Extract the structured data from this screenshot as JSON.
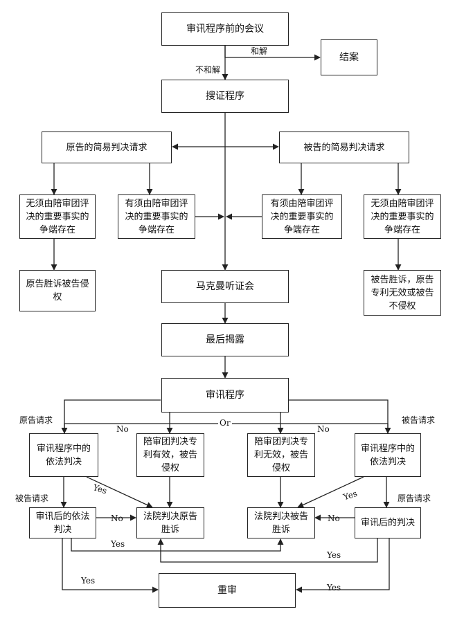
{
  "nodes": {
    "pretrial": "审讯程序前的会议",
    "close": "结案",
    "discovery": "搜证程序",
    "pl_summary": "原告的简易判决请求",
    "df_summary": "被告的简易判决请求",
    "pl_no_jury": "无须由陪审团评决的重要事实的争端存在",
    "pl_jury": "有须由陪审团评决的重要事实的争端存在",
    "df_jury": "有须由陪审团评决的重要事实的争端存在",
    "df_no_jury": "无须由陪审团评决的重要事实的争端存在",
    "pl_wins_infringe": "原告胜诉被告侵权",
    "markman": "马克曼听证会",
    "df_wins": "被告胜诉，原告专利无效或被告不侵权",
    "final_disclosure": "最后揭露",
    "trial": "审讯程序",
    "pl_jmol": "审讯程序中的依法判决",
    "jury_valid": "陪审团判决专利有效，被告侵权",
    "jury_invalid": "陪审团判决专利无效，被告侵权",
    "df_jmol": "审讯程序中的依法判决",
    "post_jmol_left": "审讯后的依法判决",
    "court_pl": "法院判决原告胜诉",
    "court_df": "法院判决被告胜诉",
    "post_right": "审讯后的判决",
    "retrial": "重审"
  },
  "labels": {
    "settle": "和解",
    "no_settle": "不和解",
    "pl_request_1": "原告请求",
    "df_request_1": "被告请求",
    "df_request_2": "被告请求",
    "pl_request_2": "原告请求",
    "no_1": "No",
    "or": "Or",
    "no_2": "No",
    "yes_1": "Yes",
    "yes_2": "Yes",
    "no_3": "No",
    "no_4": "No",
    "yes_3": "Yes",
    "yes_4": "Yes",
    "yes_5": "Yes",
    "yes_6": "Yes"
  }
}
